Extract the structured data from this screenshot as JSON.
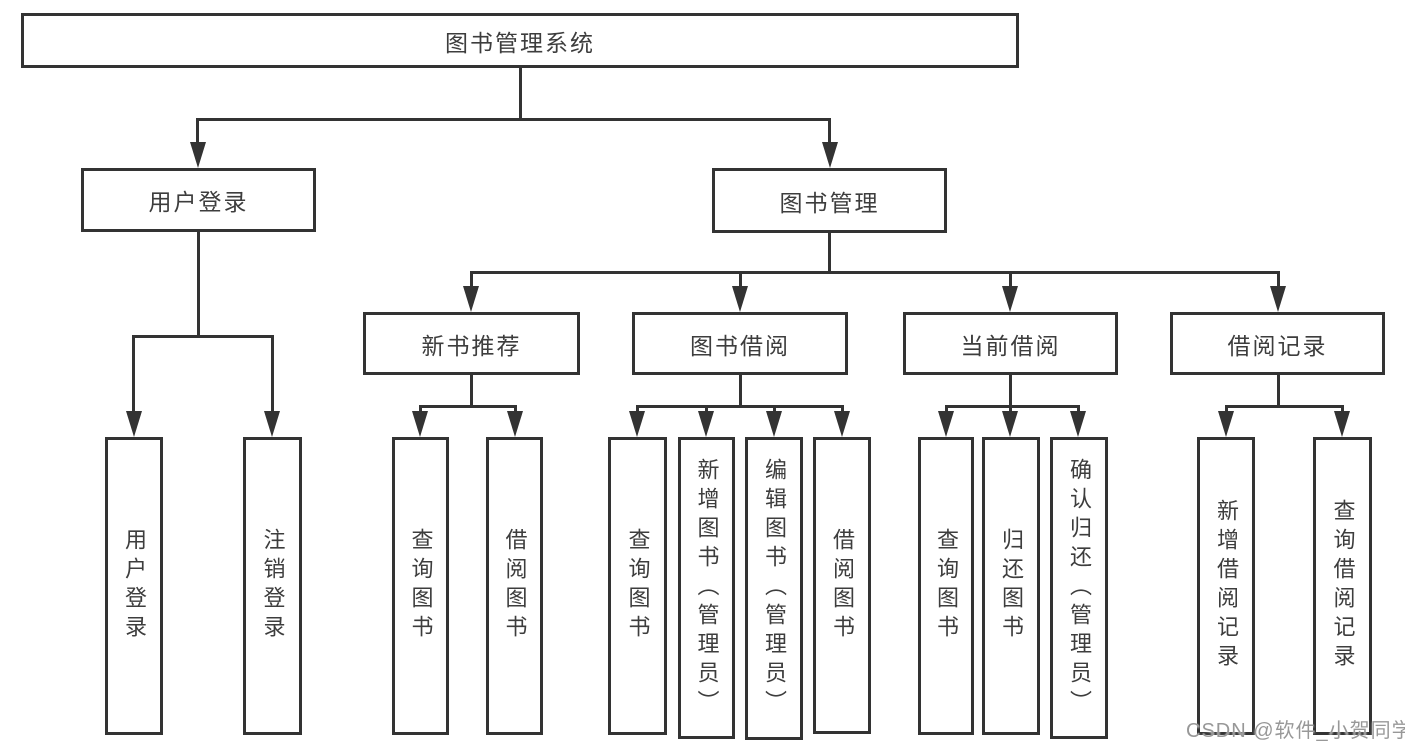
{
  "diagram_type": "hierarchy-tree",
  "colors": {
    "line": "#333333",
    "text": "#3d3d3d",
    "background": "#ffffff",
    "watermark": "#989898"
  },
  "tree": {
    "label": "图书管理系统",
    "children": [
      {
        "label": "用户登录",
        "children": [
          {
            "label": "用户登录"
          },
          {
            "label": "注销登录"
          }
        ]
      },
      {
        "label": "图书管理",
        "children": [
          {
            "label": "新书推荐",
            "children": [
              {
                "label": "查询图书"
              },
              {
                "label": "借阅图书"
              }
            ]
          },
          {
            "label": "图书借阅",
            "children": [
              {
                "label": "查询图书"
              },
              {
                "label": "新增图书（管理员）"
              },
              {
                "label": "编辑图书（管理员）"
              },
              {
                "label": "借阅图书"
              }
            ]
          },
          {
            "label": "当前借阅",
            "children": [
              {
                "label": "查询图书"
              },
              {
                "label": "归还图书"
              },
              {
                "label": "确认归还（管理员）"
              }
            ]
          },
          {
            "label": "借阅记录",
            "children": [
              {
                "label": "新增借阅记录"
              },
              {
                "label": "查询借阅记录"
              }
            ]
          }
        ]
      }
    ]
  },
  "watermark": {
    "text": "CSDN @软件_小贺同学"
  }
}
